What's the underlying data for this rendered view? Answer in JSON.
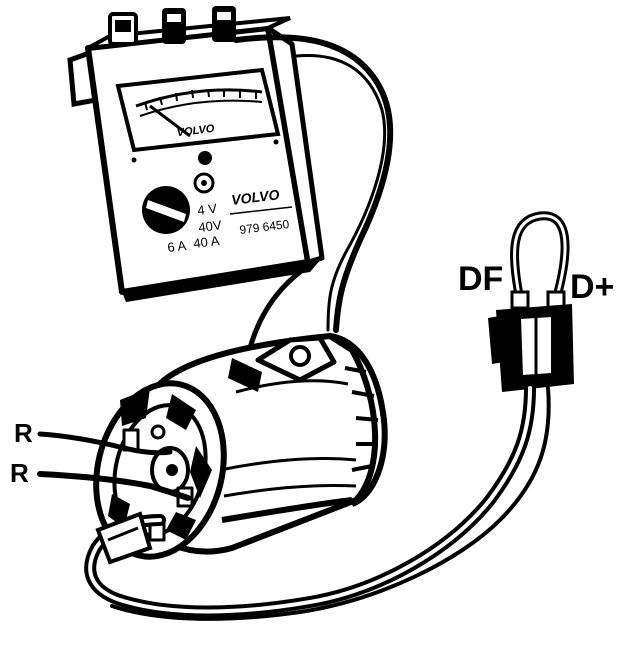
{
  "labels": {
    "df": "DF",
    "dplus": "D+",
    "r_top": "R",
    "r_bottom": "R"
  },
  "meter": {
    "brand": "VOLVO",
    "dial_brand": "VOLVO",
    "range_4v": "4 V",
    "range_40v": "40V",
    "range_40a": "40 A",
    "range_6a": "6 A",
    "part_number": "979 6450"
  },
  "colors": {
    "ink": "#000000",
    "paper": "#ffffff"
  }
}
